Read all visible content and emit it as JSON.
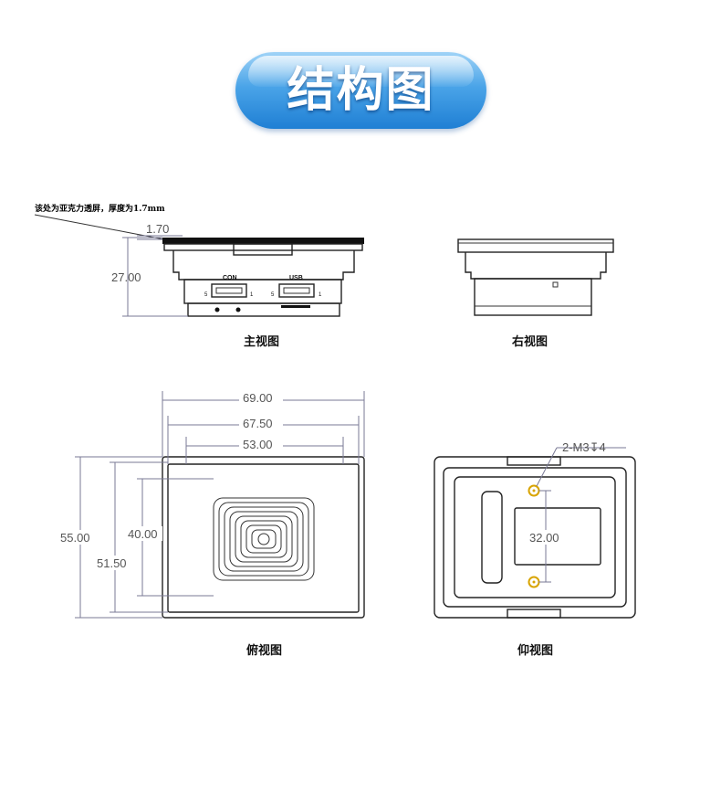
{
  "banner": {
    "title": "结构图"
  },
  "note": "该处为亚克力透屏，厚度为1.7mm",
  "views": {
    "front": {
      "caption": "主视图",
      "dim_thickness": "1.70",
      "dim_height": "27.00",
      "connectors": [
        {
          "label": "CON",
          "left_mark": "5",
          "right_mark": "1"
        },
        {
          "label": "USB",
          "left_mark": "5",
          "right_mark": "1"
        }
      ]
    },
    "right": {
      "caption": "右视图"
    },
    "top": {
      "caption": "俯视图",
      "dim_width_outer": "69.00",
      "dim_width_inner": "67.50",
      "dim_width_coil": "53.00",
      "dim_height_outer": "55.00",
      "dim_height_inner": "51.50",
      "dim_height_coil": "40.00"
    },
    "bottom": {
      "caption": "仰视图",
      "hole_callout": "2-M3↧4",
      "dim_hole_spacing": "32.00"
    }
  },
  "colors": {
    "banner_top": "#9fd3f7",
    "banner_bottom": "#1f7fd4",
    "hole_ring": "#d8a400"
  }
}
